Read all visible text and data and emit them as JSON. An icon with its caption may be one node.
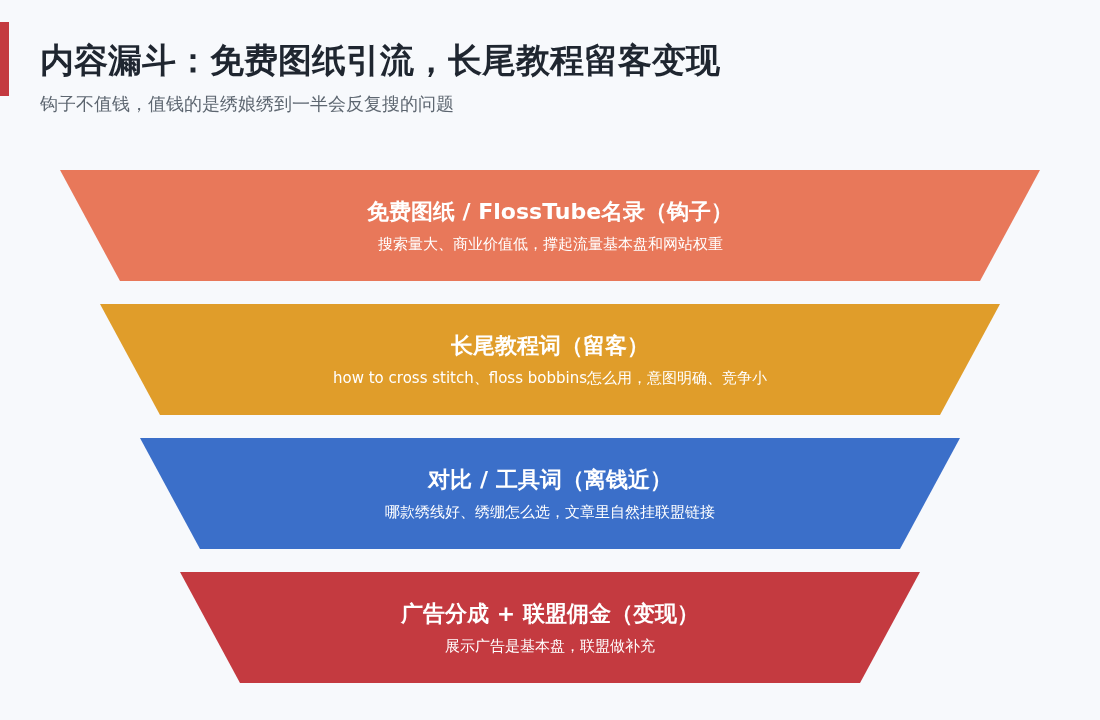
{
  "diagram": {
    "title": "内容漏斗：免费图纸引流，长尾教程留客变现",
    "nodes": [
      {
        "text": [
          "免费图纸 / FlossTube名录（钩子）",
          "搜索量大、商业价值低，撑起流量基本盘和网站权重"
        ]
      },
      {
        "text": [
          "长尾教程词（留客）",
          "how to cross stitch、floss bobbins怎么用，意图明确、竞争小"
        ]
      },
      {
        "text": [
          "对比 / 工具词（离钱近）",
          "哪款绣线好、绣绷怎么选，文章里自然挂联盟链接"
        ]
      },
      {
        "text": [
          "广告分成 + 联盟佣金（变现）",
          "展示广告是基本盘，联盟做补充"
        ]
      }
    ],
    "labels": [
      "钩子不值钱，值钱的是绣娘绣到一半会反复搜的问题"
    ]
  }
}
